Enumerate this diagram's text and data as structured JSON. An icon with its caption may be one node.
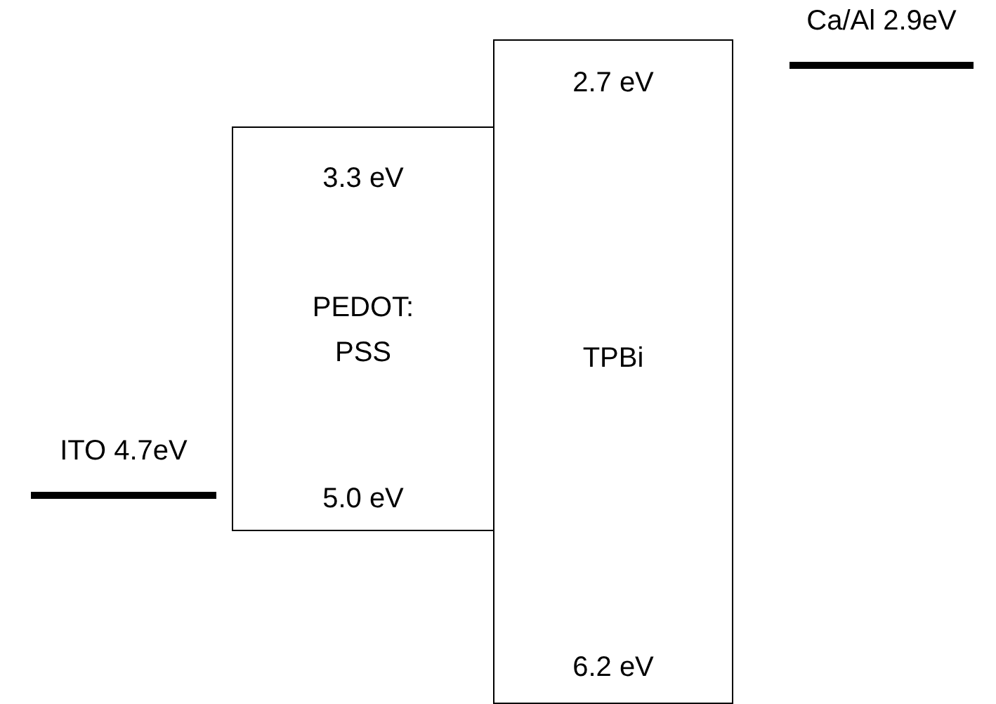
{
  "diagram": {
    "nodes": [
      {
        "text": [
          "3.3 eV",
          "PEDOT: PSS",
          "5.0 eV"
        ]
      },
      {
        "text": [
          "2.7 eV",
          "TPBi",
          "6.2 eV"
        ]
      },
      {
        "text": [
          "ITO 4.7eV"
        ]
      },
      {
        "text": [
          "Ca/Al 2.9eV"
        ]
      }
    ]
  }
}
